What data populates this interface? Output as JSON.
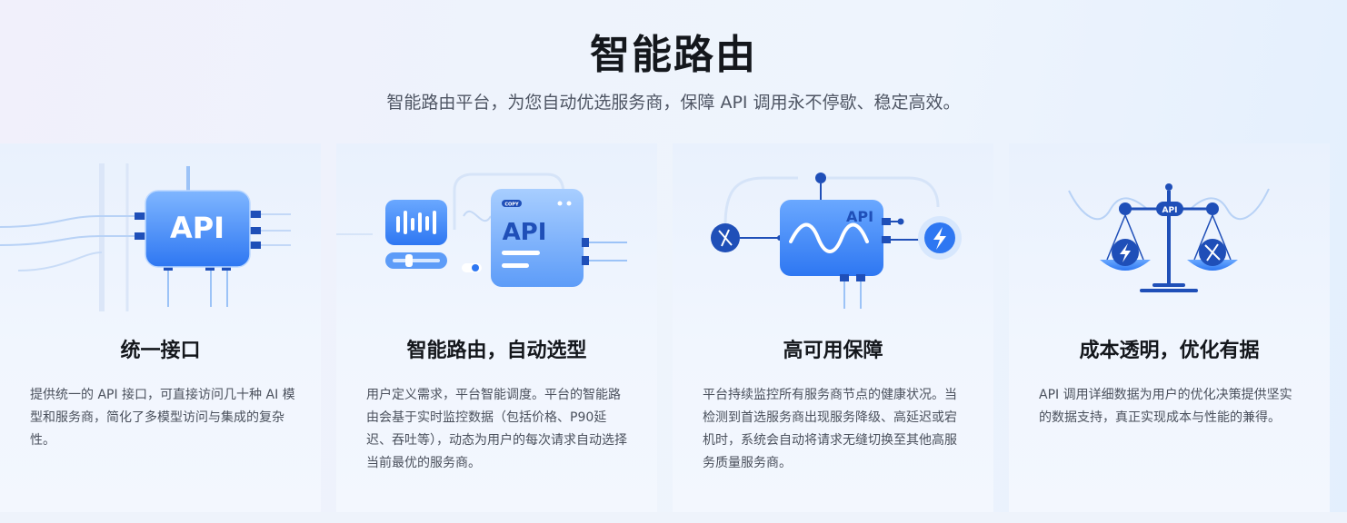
{
  "header": {
    "title": "智能路由",
    "subtitle": "智能路由平台，为您自动优选服务商，保障 API 调用永不停歇、稳定高效。"
  },
  "cards": [
    {
      "title": "统一接口",
      "description": "提供统一的 API 接口，可直接访问几十种 AI 模型和服务商，简化了多模型访问与集成的复杂性。",
      "art_label": "API"
    },
    {
      "title": "智能路由，自动选型",
      "description": "用户定义需求，平台智能调度。平台的智能路由会基于实时监控数据（包括价格、P90延迟、吞吐等），动态为用户的每次请求自动选择当前最优的服务商。",
      "art_label": "API",
      "art_badge": "COPY"
    },
    {
      "title": "高可用保障",
      "description": "平台持续监控所有服务商节点的健康状况。当检测到首选服务商出现服务降级、高延迟或宕机时，系统会自动将请求无缝切换至其他高服务质量服务商。",
      "art_label": "API"
    },
    {
      "title": "成本透明，优化有据",
      "description": "API 调用详细数据为用户的优化决策提供坚实的数据支持，真正实现成本与性能的兼得。",
      "art_label": "API"
    }
  ],
  "colors": {
    "accent_blue": "#2f7cf6",
    "deep_blue": "#1f4fb8",
    "title_text": "#14171c",
    "body_text": "#4a505c"
  },
  "icons": [
    "api-chip-icon",
    "router-panel-icon",
    "waveform-chip-icon",
    "balance-scale-icon"
  ]
}
